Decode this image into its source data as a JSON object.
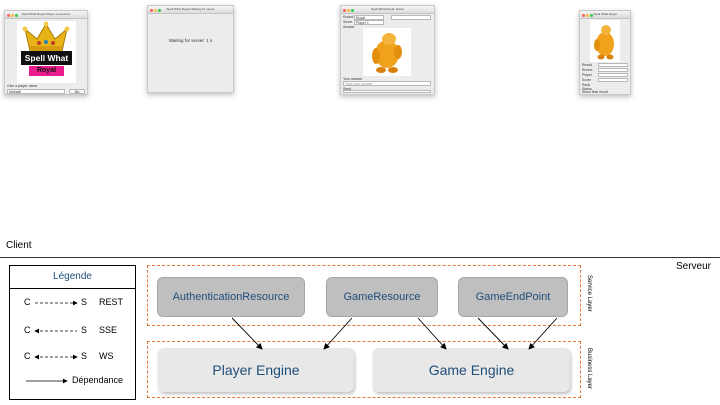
{
  "client_screens": {
    "login": {
      "window_title": "Spell What Royal: Player connection",
      "logo_title": "Spell What",
      "logo_subtitle": "Royal",
      "prompt": "Give a player name",
      "name_value": "Michaël",
      "go_button": "Go"
    },
    "waiting": {
      "window_title": "Spell What Royal: Waiting for server",
      "message": "Waiting for server: 1 s"
    },
    "game": {
      "window_title": "Spell What Royal: Game",
      "field_labels": [
        "Round",
        "Score",
        "Answer"
      ],
      "field_values": [
        "Royal",
        "Player 1",
        ""
      ],
      "bottom_label": "Your answer",
      "input_placeholder": "Type your answer",
      "send_label": "Send"
    },
    "results": {
      "window_title": "Spell What Royal",
      "rows": [
        "Result",
        "Round",
        "Player",
        "Score",
        "Rank",
        "Status"
      ],
      "final_text": "Show final result"
    }
  },
  "diagram": {
    "client_label": "Client",
    "server_label": "Serveur",
    "legend": {
      "title": "Légende",
      "rows": [
        {
          "c": "C",
          "s": "S",
          "name": "REST"
        },
        {
          "c": "C",
          "s": "S",
          "name": "SSE"
        },
        {
          "c": "C",
          "s": "S",
          "name": "WS"
        }
      ],
      "dependance": "Dépendance"
    },
    "service_layer_label": "Service Layer",
    "business_layer_label": "Business Layer",
    "resources": [
      "AuthenticationResource",
      "GameResource",
      "GameEndPoint"
    ],
    "engines": [
      "Player Engine",
      "Game Engine"
    ],
    "colors": {
      "layer_border": "#e07a3a",
      "resource_fill": "#bfbfbf",
      "engine_fill": "#e8e8e8",
      "text_blue": "#1f4e79"
    }
  }
}
